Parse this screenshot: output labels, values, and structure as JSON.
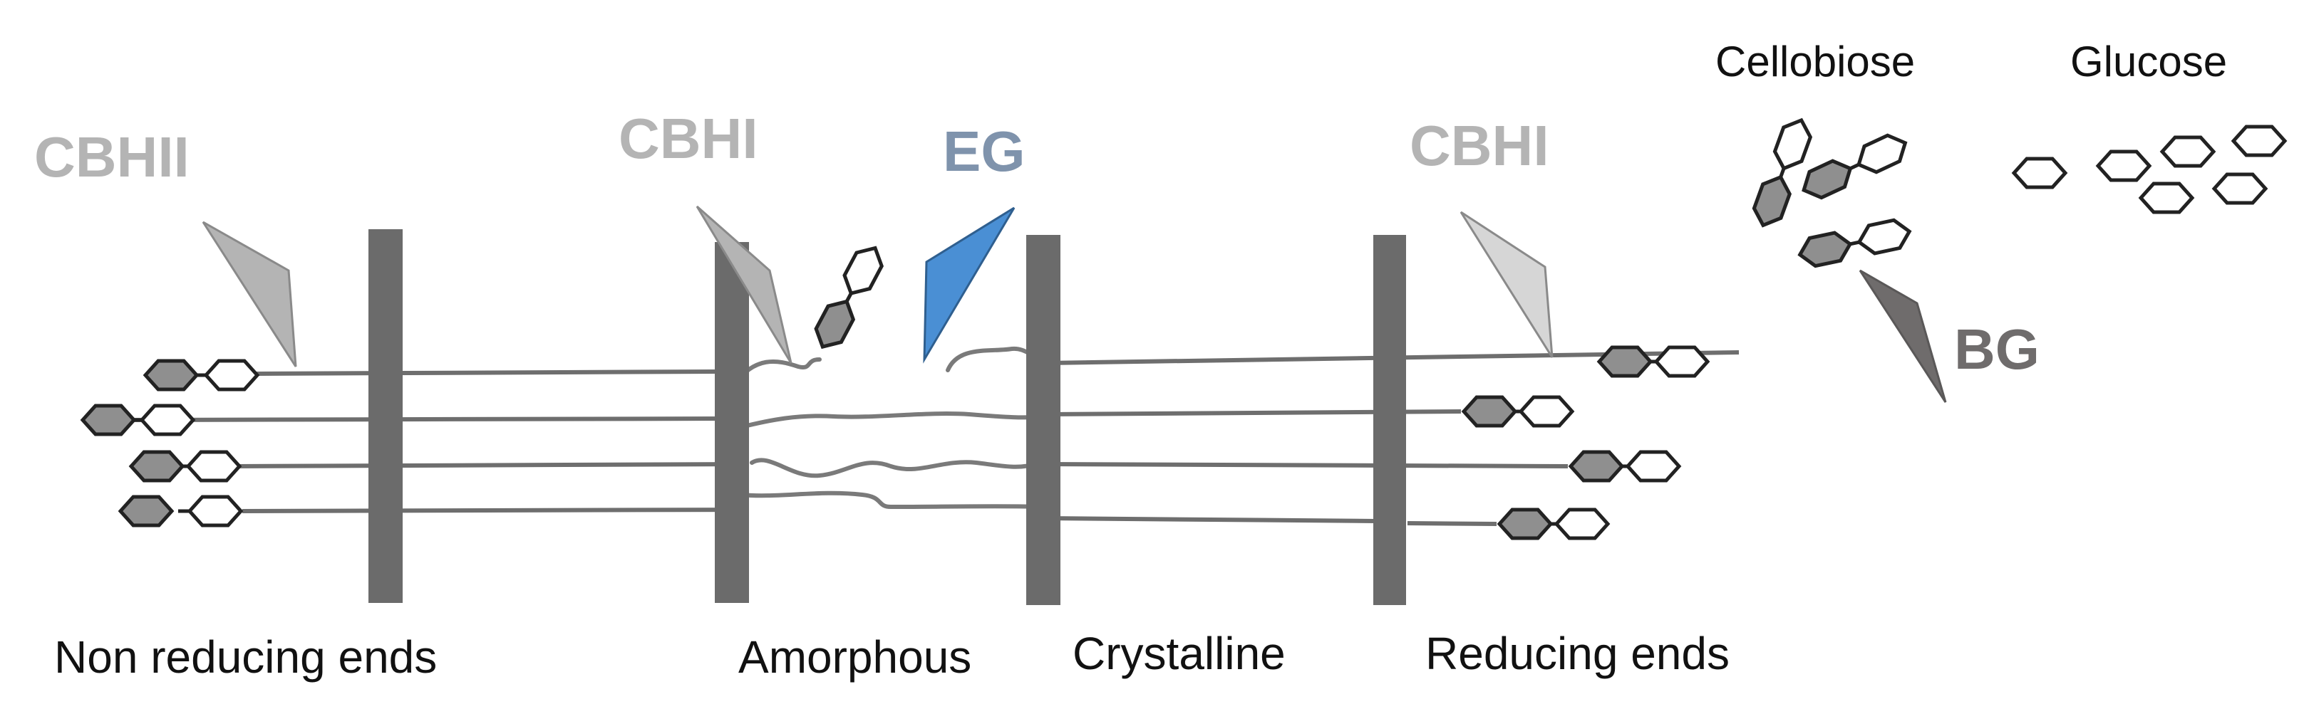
{
  "enzymes": {
    "cbhii": "CBHII",
    "cbhi_left": "CBHI",
    "eg": "EG",
    "cbhi_right": "CBHI",
    "bg": "BG"
  },
  "regions": {
    "non_reducing_ends": "Non reducing ends",
    "amorphous": "Amorphous",
    "crystalline": "Crystalline",
    "reducing_ends": "Reducing ends"
  },
  "products": {
    "cellobiose": "Cellobiose",
    "glucose": "Glucose"
  },
  "colors": {
    "cbh": "#b4b4b4",
    "eg": "#4a8fd4",
    "eg_label": "#7f93ac",
    "bg": "#6f6c6c",
    "bars": "#6b6b6b",
    "dark_ring": "#8f8f8f"
  }
}
